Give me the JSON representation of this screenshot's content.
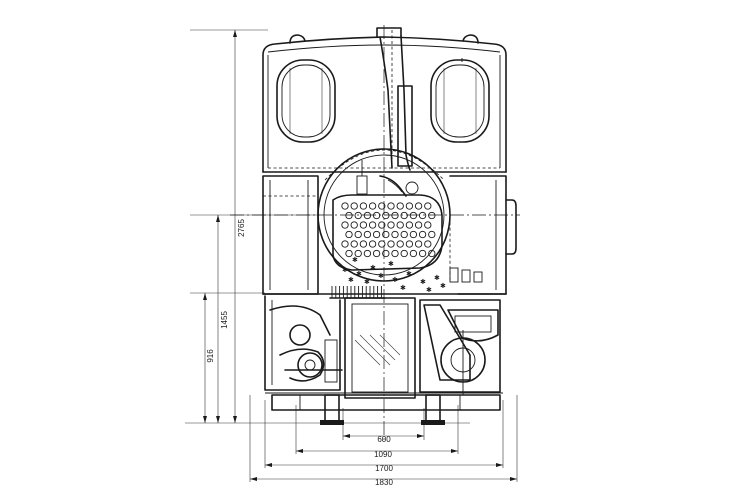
{
  "drawing": {
    "dimensions": {
      "vertical": [
        {
          "id": "total-height",
          "label": "2765"
        },
        {
          "id": "boiler-axis-height",
          "label": "1455"
        },
        {
          "id": "axle-height",
          "label": "916"
        }
      ],
      "horizontal": [
        {
          "id": "gauge",
          "label": "600"
        },
        {
          "id": "wheel-base",
          "label": "1090"
        },
        {
          "id": "body-width",
          "label": "1700"
        },
        {
          "id": "overall-width",
          "label": "1830"
        }
      ]
    },
    "colors": {
      "ink": "#1a1a1a",
      "paper": "#ffffff"
    }
  }
}
